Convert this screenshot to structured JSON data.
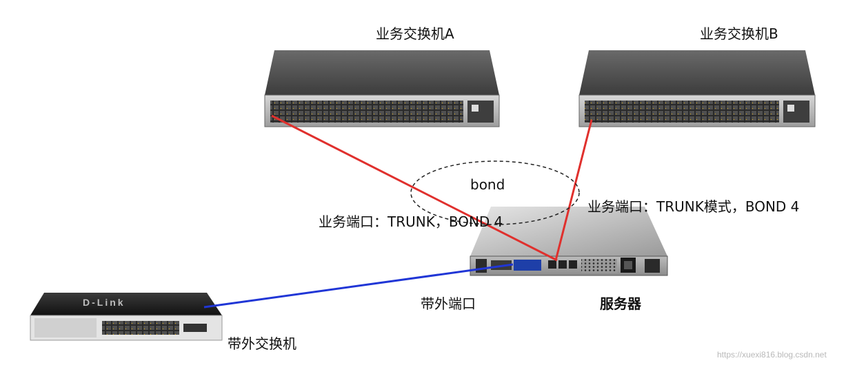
{
  "labels": {
    "switch_a": "业务交换机A",
    "switch_b": "业务交换机B",
    "bond": "bond",
    "port_left": "业务端口：TRUNK，BOND 4",
    "port_right": "业务端口：TRUNK模式，BOND 4",
    "oob_port": "带外端口",
    "server": "服务器",
    "oob_switch": "带外交换机",
    "switch_logo": "D-Link"
  },
  "watermark": "https://xuexi816.blog.csdn.net",
  "links": [
    {
      "from": "switch_a",
      "to": "server",
      "color": "#e0302d",
      "role": "business"
    },
    {
      "from": "switch_b",
      "to": "server",
      "color": "#e0302d",
      "role": "business"
    },
    {
      "from": "oob_switch",
      "to": "server",
      "color": "#2036d6",
      "role": "out-of-band"
    }
  ],
  "colors": {
    "business_link": "#e0302d",
    "oob_link": "#2036d6",
    "bond_ellipse": "#222222"
  }
}
